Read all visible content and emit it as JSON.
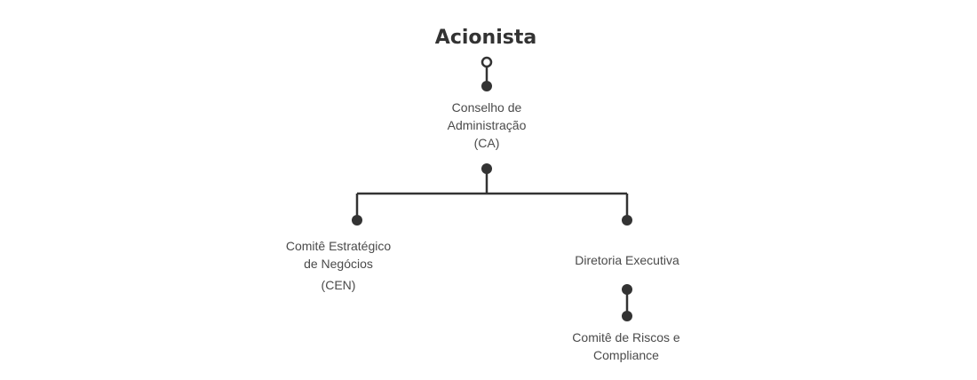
{
  "title": "Acionista",
  "nodes": {
    "ca": {
      "line1": "Conselho de",
      "line2": "Administração",
      "line3": "(CA)"
    },
    "cen": {
      "line1": "Comitê Estratégico",
      "line2": "de Negócios",
      "line3": "(CEN)"
    },
    "diretoria": {
      "line1": "Diretoria Executiva"
    },
    "riscos": {
      "line1": "Comitê de Riscos e",
      "line2": "Compliance"
    }
  },
  "colors": {
    "line": "#333333",
    "text": "#4a4a4a"
  }
}
